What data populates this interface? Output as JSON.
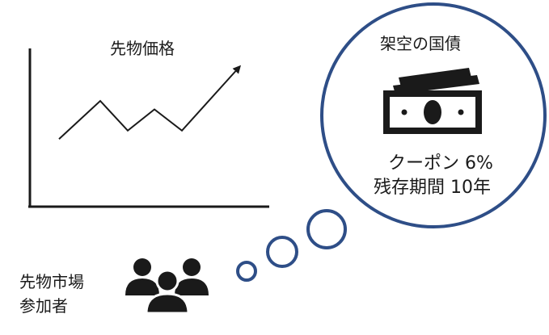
{
  "diagram": {
    "price_chart": {
      "title": "先物価格",
      "trend": [
        0.15,
        0.6,
        0.25,
        0.5,
        0.25,
        1.0
      ]
    },
    "thought_bubble": {
      "title": "架空の国債",
      "coupon": "クーポン 6%",
      "maturity": "残存期間 10年",
      "icon": "banknote-icon"
    },
    "participants": {
      "label_line1": "先物市場",
      "label_line2": "参加者",
      "icon": "people-group-icon"
    },
    "colors": {
      "bubble_stroke": "#2E4E87",
      "ink": "#1a1a1a",
      "background": "#ffffff"
    }
  }
}
